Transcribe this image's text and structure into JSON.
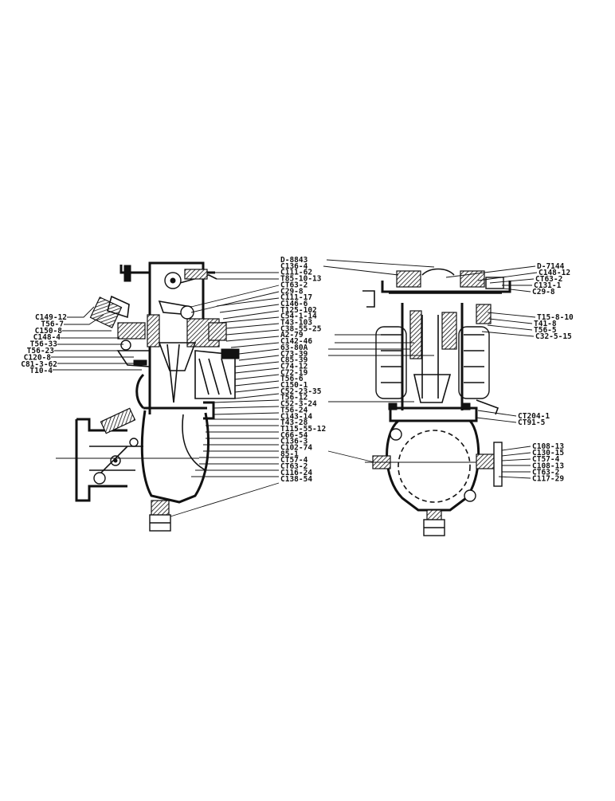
{
  "diagram": {
    "left_assembly_labels": [
      "C149-12",
      "T56-7",
      "C150-8",
      "C148-4",
      "T56-33",
      "T56-23",
      "C120-8",
      "C81-3-62",
      "T10-4"
    ],
    "center_labels": [
      "D-8843",
      "C136-4",
      "C111-62",
      "T85-10-13",
      "CT63-2",
      "C29-8",
      "C111-17",
      "C146-6",
      "T125-102",
      "C54-1-14",
      "T43-103",
      "C38-55-25",
      "A2-79",
      "C142-46",
      "63-80A",
      "C73-39",
      "C85-39",
      "C74-12",
      "C72-19",
      "T56-6",
      "C150-1",
      "C52-23-35",
      "T56-12",
      "C52-3-24",
      "T56-24",
      "C143-14",
      "T43-28",
      "T115-55-12",
      "C66-54",
      "C136-3",
      "C102-74",
      "85-1",
      "CT57-4",
      "CT63-2",
      "C116-24",
      "C138-54"
    ],
    "right_upper_labels": [
      "D-7144",
      "C148-12",
      "CT63-2",
      "C131-1",
      "C29-8",
      "T15-8-10",
      "T41-8",
      "T56-5",
      "C32-5-15"
    ],
    "right_middle_labels": [
      "CT204-1",
      "CT91-5"
    ],
    "right_lower_labels": [
      "C108-13",
      "C130-15",
      "CT57-4",
      "C108-13",
      "CT63-2",
      "C117-29"
    ]
  }
}
